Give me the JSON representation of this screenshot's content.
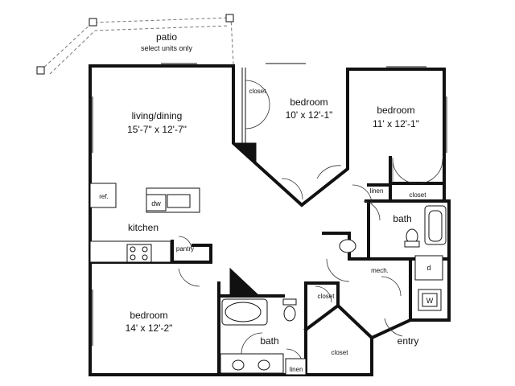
{
  "rooms": {
    "patio": {
      "name": "patio",
      "note": "select units only"
    },
    "living_dining": {
      "name": "living/dining",
      "size": "15'-7\" x 12'-7\""
    },
    "bedroom_2": {
      "name": "bedroom",
      "size": "10' x 12'-1\""
    },
    "bedroom_3": {
      "name": "bedroom",
      "size": "11' x 12'-1\""
    },
    "bedroom_master": {
      "name": "bedroom",
      "size": "14' x 12'-2\""
    },
    "kitchen": {
      "name": "kitchen"
    },
    "bath_main": {
      "name": "bath"
    },
    "bath_master": {
      "name": "bath"
    },
    "entry": {
      "name": "entry"
    }
  },
  "small_labels": {
    "closet_bed2": "closet",
    "closet_bed3": "closet",
    "closet_master_small": "closet",
    "closet_master_walkin": "closet",
    "linen_hall": "linen",
    "linen_master": "linen",
    "pantry": "pantry",
    "ref": "ref.",
    "dw": "dw",
    "mech": "mech.",
    "dryer": "d",
    "washer": "W"
  }
}
